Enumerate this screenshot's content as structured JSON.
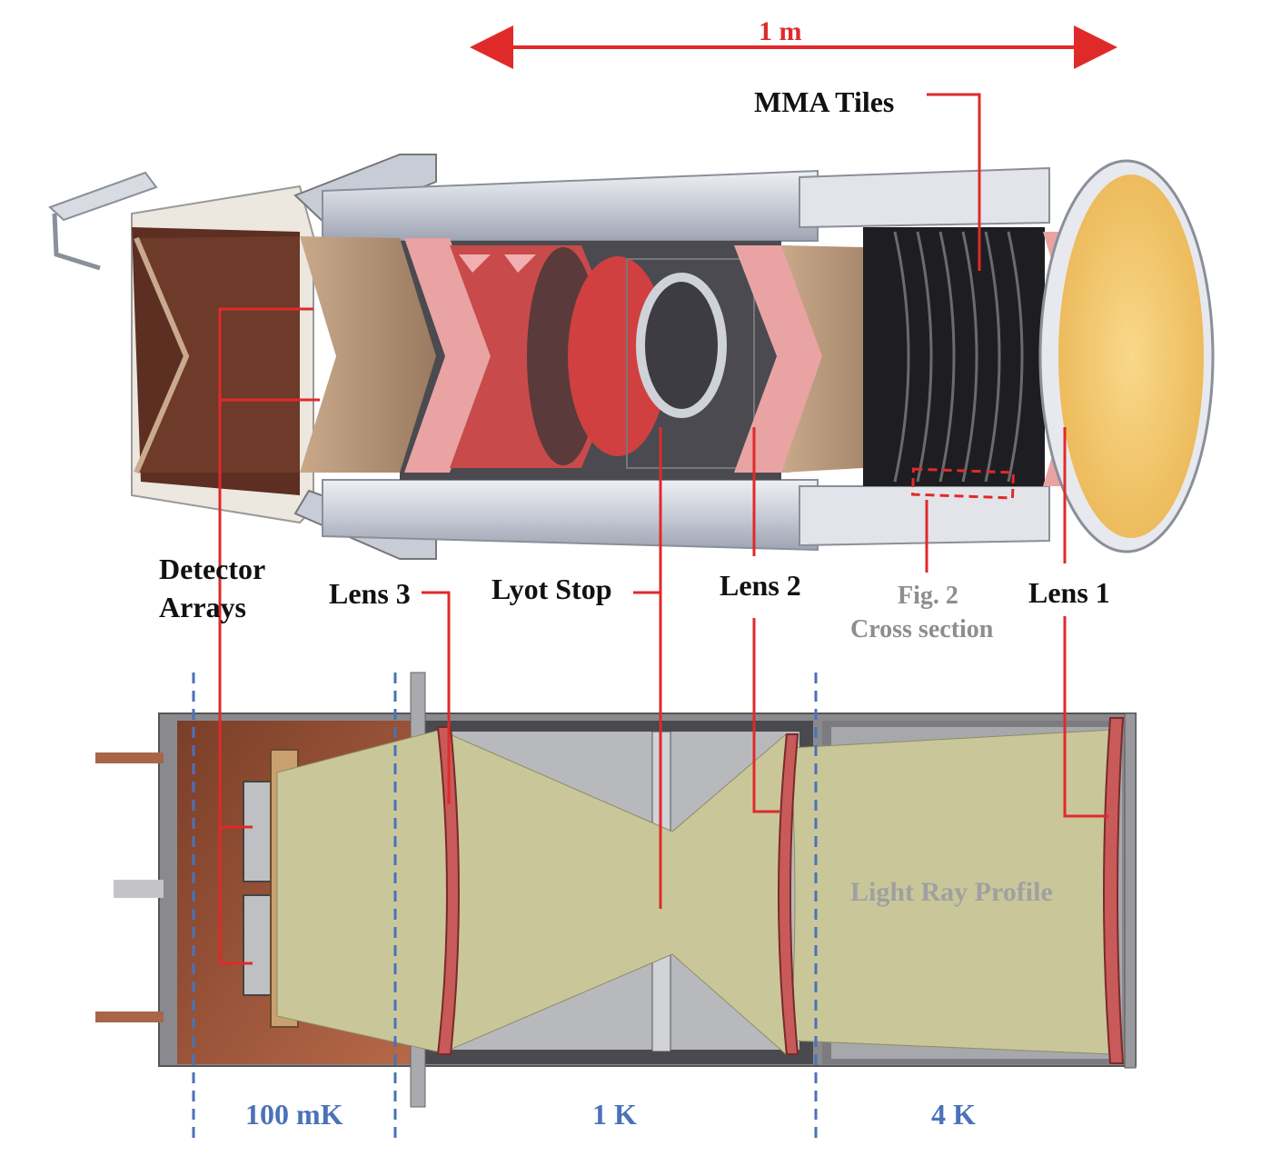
{
  "scale_label": "1 m",
  "labels": {
    "mma_tiles": "MMA Tiles",
    "detector_arrays_line1": "Detector",
    "detector_arrays_line2": "Arrays",
    "lens3": "Lens 3",
    "lyot_stop": "Lyot Stop",
    "lens2": "Lens 2",
    "fig2_line1": "Fig. 2",
    "fig2_line2": "Cross section",
    "lens1": "Lens 1",
    "light_ray_profile": "Light Ray Profile"
  },
  "temperature_zones": [
    "100 mK",
    "1 K",
    "4 K"
  ],
  "colors": {
    "leader": "#e02a2a",
    "zone_divider": "#4a72b8",
    "beam": "#c9c79a",
    "lens_pink": "#e9a3a3",
    "lens_red": "#c85a5a",
    "copper": "#b8694a",
    "tube_gray": "#d6d8de",
    "window_yellow": "#f4c76a"
  }
}
